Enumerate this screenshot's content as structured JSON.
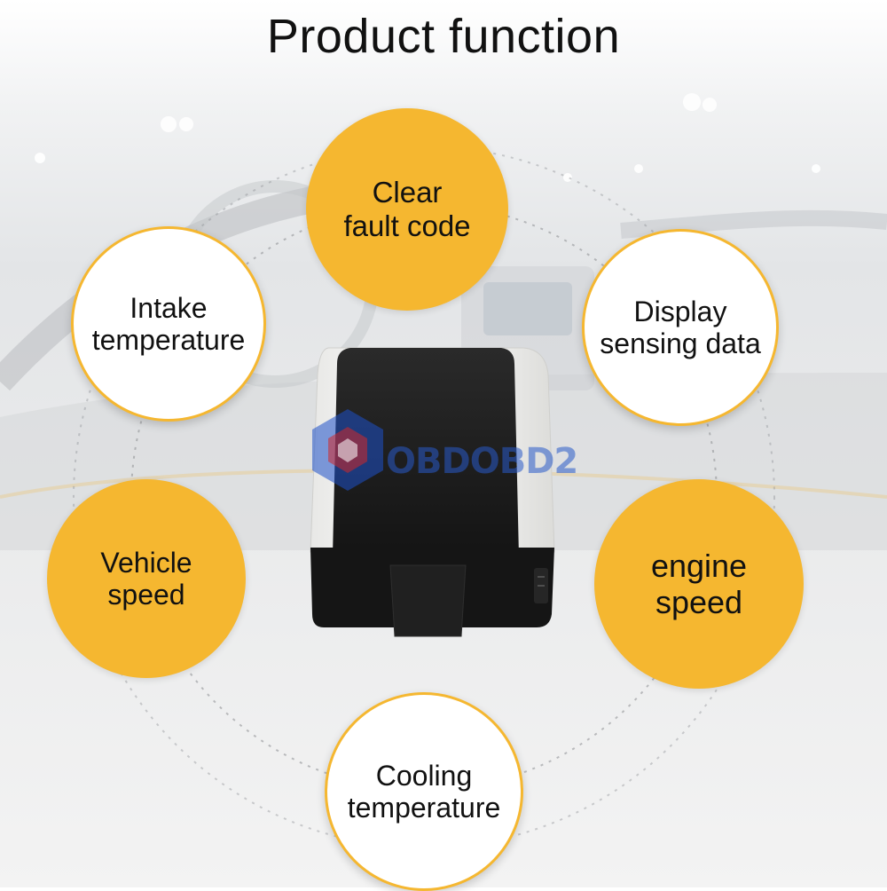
{
  "title": "Product function",
  "watermark": "OBDOBD2",
  "functions": {
    "top": {
      "line1": "Clear",
      "line2": "fault code"
    },
    "intake": {
      "line1": "Intake",
      "line2": "temperature"
    },
    "display": {
      "line1": "Display",
      "line2": "sensing data"
    },
    "vehicle": {
      "line1": "Vehicle",
      "line2": "speed"
    },
    "engine": {
      "line1": "engine",
      "line2": "speed"
    },
    "cooling": {
      "line1": "Cooling",
      "line2": "temperature"
    }
  },
  "colors": {
    "accent": "#f5b730",
    "device_body": "#1a1a1a",
    "device_shell": "#f7f7f5"
  }
}
